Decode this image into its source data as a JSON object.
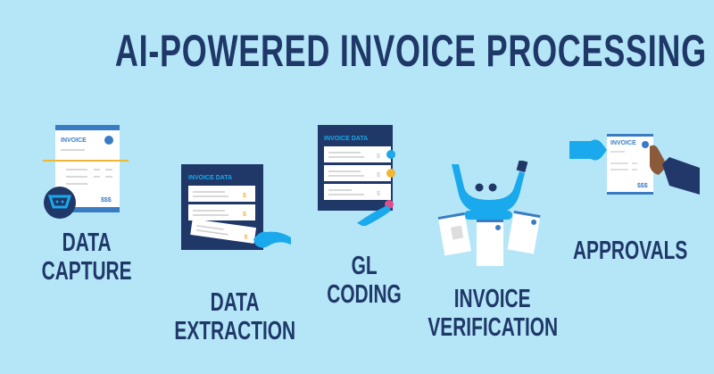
{
  "title": "AI-POWERED INVOICE PROCESSING",
  "steps": [
    {
      "line1": "DATA",
      "line2": "CAPTURE",
      "doc_title": "INVOICE",
      "doc_amount": "$$$"
    },
    {
      "line1": "DATA",
      "line2": "EXTRACTION",
      "panel_title": "INVOICE DATA",
      "currency": "$"
    },
    {
      "line1": "GL",
      "line2": "CODING",
      "panel_title": "INVOICE DATA",
      "currency": "$"
    },
    {
      "line1": "INVOICE",
      "line2": "VERIFICATION"
    },
    {
      "line1": "APPROVALS",
      "doc_title": "INVOICE",
      "doc_amount": "$$$"
    }
  ],
  "colors": {
    "background": "#b4e6f8",
    "navy": "#1f3868",
    "accent_blue": "#1aa9ec",
    "doc_blue": "#3a7cc4",
    "gold": "#f2b632",
    "pink": "#e04d8f"
  }
}
